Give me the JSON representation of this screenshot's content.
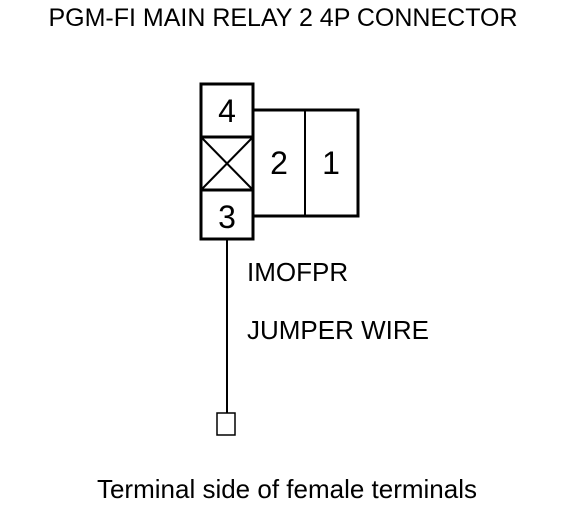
{
  "title": "PGM-FI MAIN RELAY 2 4P CONNECTOR",
  "connector": {
    "pins": {
      "pin_4": "4",
      "pin_3": "3",
      "pin_2": "2",
      "pin_1": "1"
    }
  },
  "wire": {
    "label_line_1": "IMOFPR",
    "label_line_2": "JUMPER WIRE"
  },
  "caption": "Terminal side of female terminals",
  "colors": {
    "line": "#000000",
    "background": "#ffffff"
  }
}
